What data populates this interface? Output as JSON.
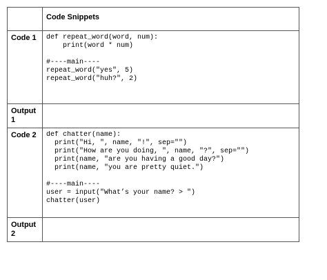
{
  "table": {
    "header": "Code Snippets",
    "rows": [
      {
        "label": "Code 1",
        "code": "def repeat_word(word, num):\n    print(word * num)\n\n#----main----\nrepeat_word(\"yes\", 5)\nrepeat_word(\"huh?\", 2)"
      },
      {
        "label": "Output 1",
        "code": ""
      },
      {
        "label": "Code 2",
        "code": "def chatter(name):\n  print(\"Hi, \", name, \"!\", sep=\"\")\n  print(\"How are you doing, \", name, \"?\", sep=\"\")\n  print(name, \"are you having a good day?\")\n  print(name, \"you are pretty quiet.\")\n\n#----main----\nuser = input(\"What’s your name? > \")\nchatter(user)"
      },
      {
        "label": "Output 2",
        "code": ""
      }
    ]
  }
}
